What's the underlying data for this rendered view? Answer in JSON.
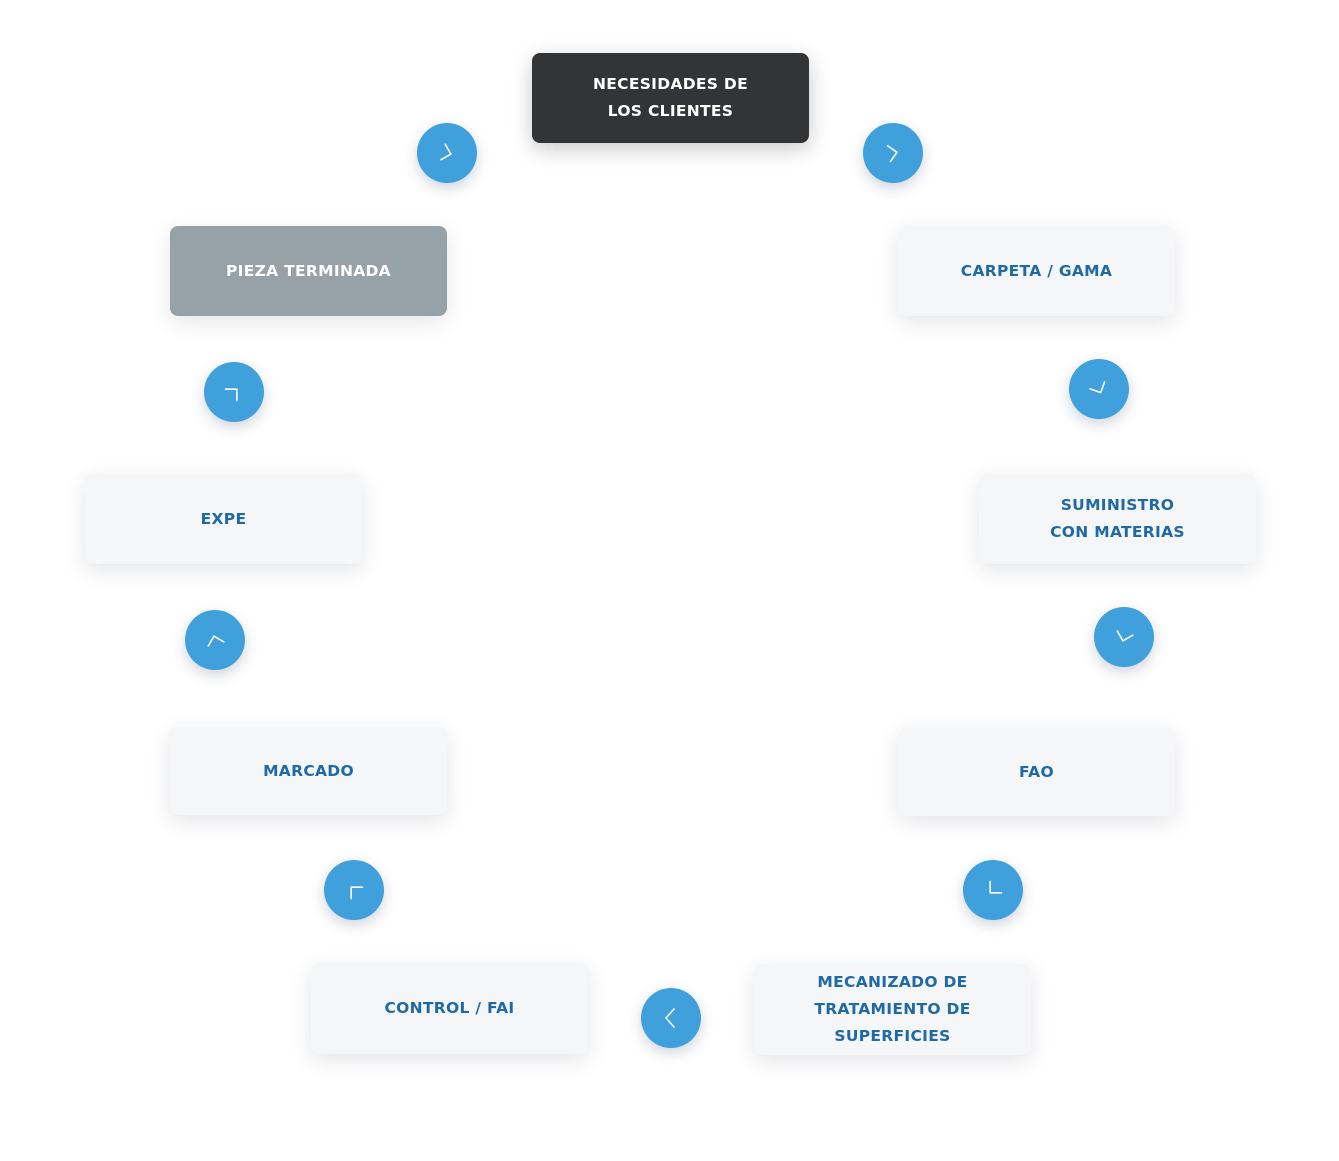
{
  "steps": [
    {
      "label": "NECESIDADES DE\nLOS CLIENTES"
    },
    {
      "label": "CARPETA / GAMA"
    },
    {
      "label": "SUMINISTRO\nCON MATERIAS"
    },
    {
      "label": "FAO"
    },
    {
      "label": "MECANIZADO DE\nTRATAMIENTO DE SUPERFICIES"
    },
    {
      "label": "CONTROL / FAI"
    },
    {
      "label": "MARCADO"
    },
    {
      "label": "EXPE"
    },
    {
      "label": "PIEZA TERMINADA"
    }
  ],
  "arrows": [
    {
      "icon": "chevron-right-icon"
    },
    {
      "icon": "chevron-down-icon"
    },
    {
      "icon": "chevron-down-icon"
    },
    {
      "icon": "chevron-down-icon"
    },
    {
      "icon": "chevron-left-icon"
    },
    {
      "icon": "chevron-up-icon"
    },
    {
      "icon": "chevron-up-icon"
    },
    {
      "icon": "chevron-up-icon"
    },
    {
      "icon": "chevron-right-icon"
    }
  ],
  "colors": {
    "accent": "#3fa0dc",
    "label": "#1f69a5",
    "start_card": "#333435",
    "end_card": "#97a2a8",
    "card": "#f5f6f8"
  }
}
